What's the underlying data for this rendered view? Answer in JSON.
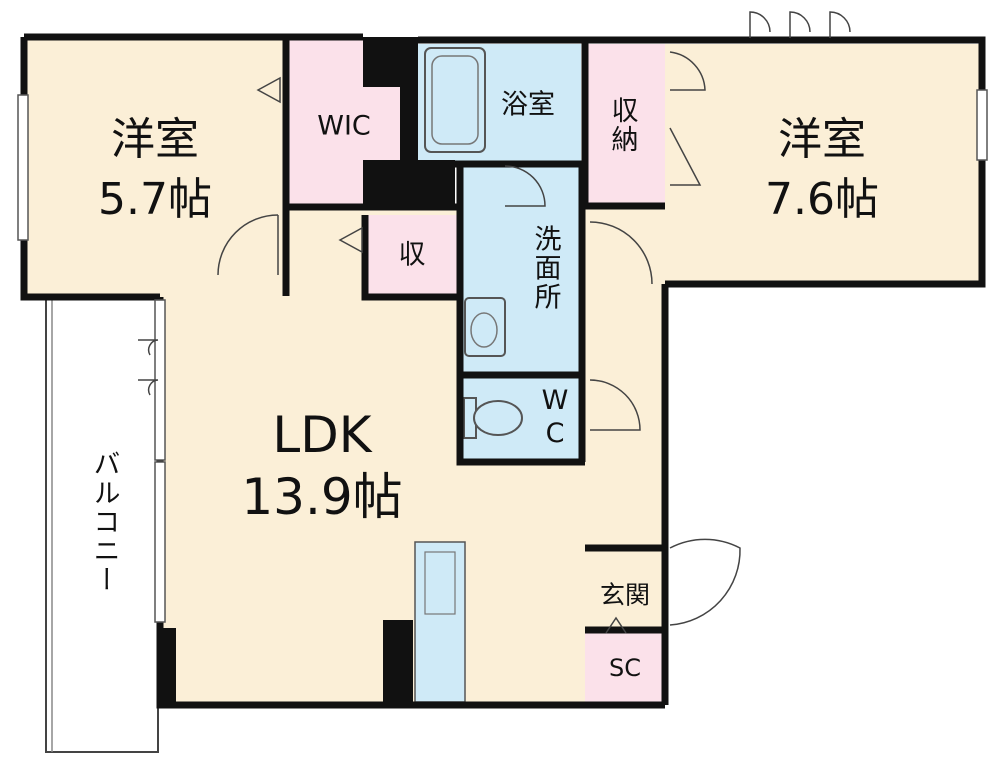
{
  "rooms": {
    "western_left": {
      "name": "洋室",
      "size": "5.7帖"
    },
    "western_right": {
      "name": "洋室",
      "size": "7.6帖"
    },
    "ldk": {
      "name": "LDK",
      "size": "13.9帖"
    },
    "wic": "WIC",
    "bath": "浴室",
    "storage_right": "収納",
    "storage_small": "収",
    "washroom": "洗面所",
    "wc": "WC",
    "entrance": "玄関",
    "sc": "SC",
    "balcony": "バルコニー"
  },
  "colors": {
    "room_beige": "#fbefd7",
    "closet_pink": "#fbe1ea",
    "water_blue": "#cfeaf7",
    "wall": "#111111"
  }
}
